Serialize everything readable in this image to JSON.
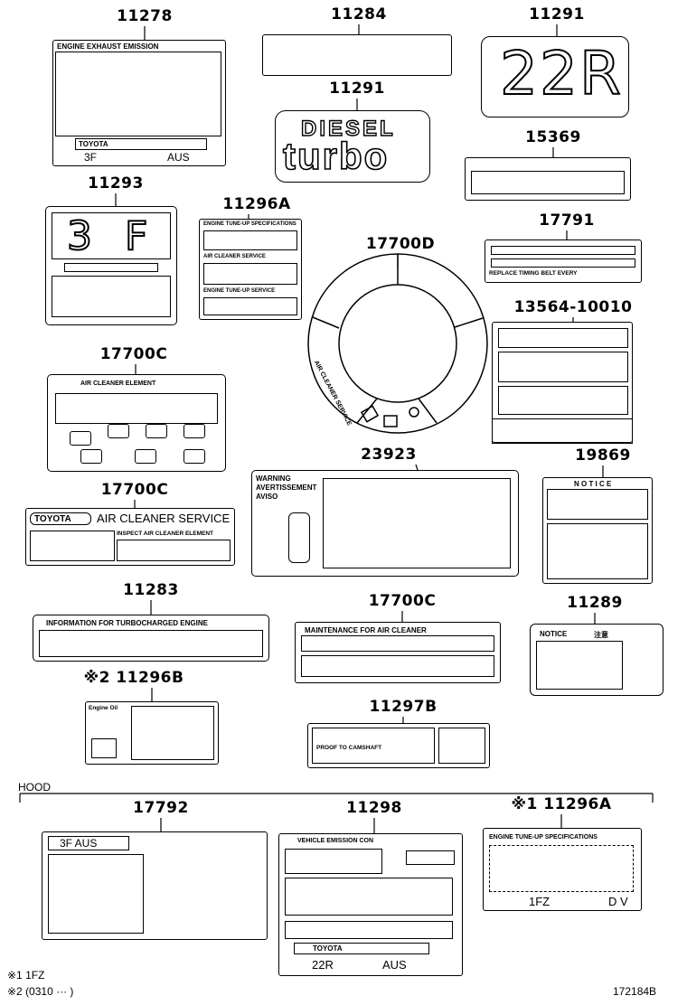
{
  "part_numbers": {
    "p11278": "11278",
    "p11284": "11284",
    "p11291a": "11291",
    "p11291b": "11291",
    "p15369": "15369",
    "p11293": "11293",
    "p11296A": "11296A",
    "p17700D": "17700D",
    "p17791": "17791",
    "p13564": "13564-10010",
    "p17700C_1": "17700C",
    "p23923": "23923",
    "p19869": "19869",
    "p17700C_2": "17700C",
    "p11283": "11283",
    "p17700C_3": "17700C",
    "p11289": "11289",
    "p11296B": "※2 11296B",
    "p11297B": "11297B",
    "p17792": "17792",
    "p11298": "11298",
    "p11296A_hood": "※1 11296A"
  },
  "labels": {
    "emission_header": "ENGINE EXHAUST EMISSION",
    "toyota": "TOYOTA",
    "model_3f": "3F",
    "region_aus": "AUS",
    "big_22r": "22R",
    "diesel": "DIESEL",
    "turbo": "turbo",
    "big_3": "3",
    "big_f": "F",
    "tuneup_small": "ENGINE TUNE-UP SPECIFICATIONS",
    "air_cleaner_service_small": "AIR CLEANER SERVICE",
    "engine_tuneup_service": "ENGINE TUNE-UP SERVICE",
    "replace_timing_belt": "REPLACE TIMING BELT EVERY",
    "air_cleaner_element": "AIR CLEANER ELEMENT",
    "toyota_brand": "TOYOTA",
    "air_cleaner_service": "AIR CLEANER SERVICE",
    "inspect_element": "INSPECT AIR CLEANER ELEMENT",
    "warning": "WARNING",
    "avertissement": "AVERTISSEMENT",
    "aviso": "AVISO",
    "notice": "N O T I C E",
    "info_turbo": "INFORMATION FOR TURBOCHARGED ENGINE",
    "maintenance_air": "MAINTENANCE FOR AIR CLEANER",
    "notice_11289": "NOTICE",
    "caution_jp": "注意",
    "engine_oil": "Engine Oil",
    "proof_to_camshaft": "PROOF TO CAMSHAFT",
    "vehicle_emission": "VEHICLE EMISSION CON",
    "model_22r": "22R",
    "region_aus2": "AUS",
    "engine_tuneup_spec": "ENGINE TUNE-UP SPECIFICATIONS",
    "model_1fz": "1FZ",
    "code_dv": "D V",
    "ring_text": "AIR CLEANER SERVICE",
    "label_3f_aus": "3F  AUS"
  },
  "section": {
    "hood": "HOOD"
  },
  "footnotes": {
    "note1": "※1 1FZ",
    "note2": "※2 (0310 ···  )",
    "drawing_number": "172184B"
  }
}
